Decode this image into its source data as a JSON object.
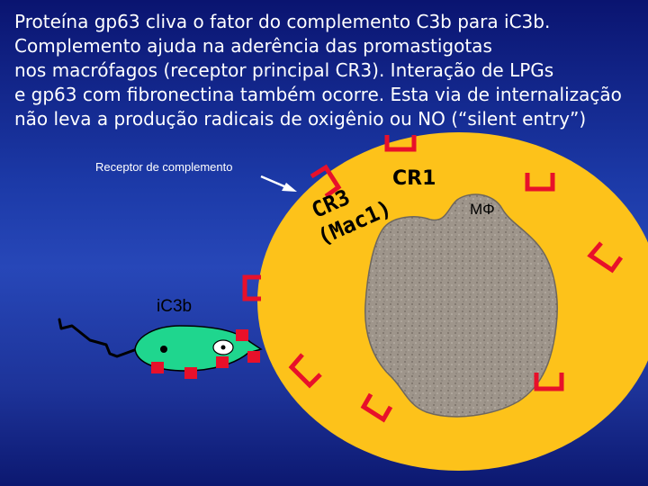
{
  "heading_lines": [
    "Proteína gp63 cliva o fator do complemento C3b para iC3b.",
    "Complemento ajuda na aderência das promastigotas",
    "nos macrófagos (receptor principal CR3). Interação de LPGs",
    "e gp63 com fibronectina também ocorre. Esta via de internalização",
    "não leva a produção radicais de oxigênio ou NO (“silent entry”)"
  ],
  "labels": {
    "complement_receptor": "Receptor de complemento",
    "ic3b": "iC3b",
    "cr1": "CR1",
    "cr3_line1": "CR3",
    "cr3_line2": "(Mac1)",
    "macrophage": "MΦ"
  },
  "colors": {
    "macrophage_fill": "#fdc21a",
    "nucleus_fill": "#9e958b",
    "receptor_red": "#e8102a",
    "parasite_fill": "#1fd68e",
    "arrow_white": "#ffffff"
  }
}
